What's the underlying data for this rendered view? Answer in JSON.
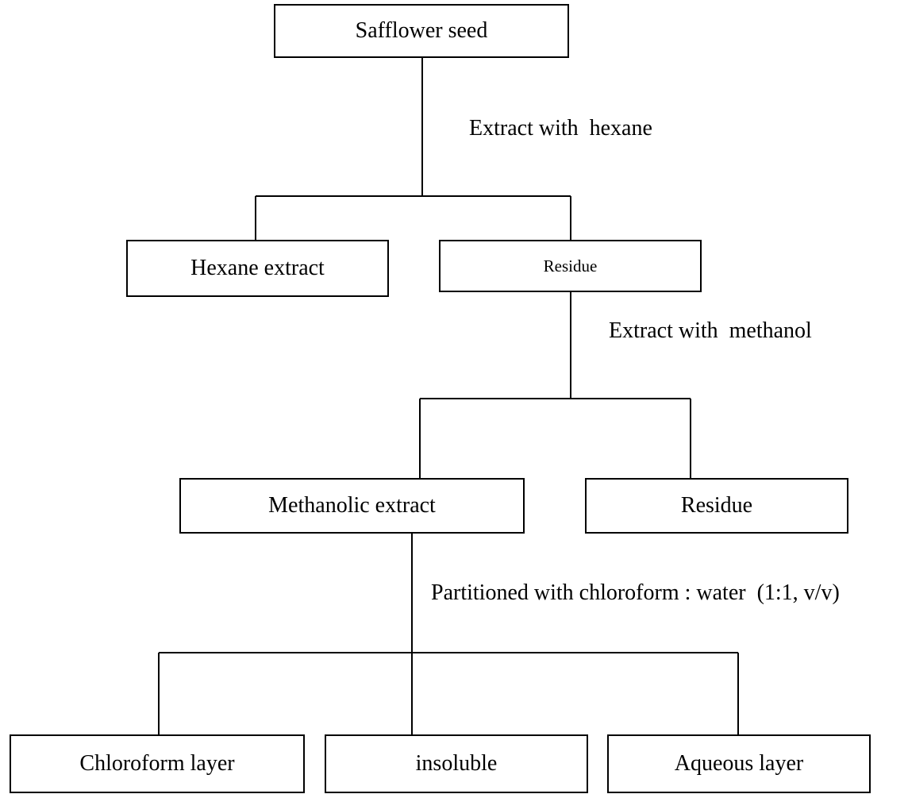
{
  "nodes": {
    "seed": "Safflower seed",
    "hexane_extract": "Hexane extract",
    "residue_1": "Residue",
    "methanolic_extract": "Methanolic  extract",
    "residue_2": "Residue",
    "chloroform_layer": "Chloroform layer",
    "insoluble": "insoluble",
    "aqueous_layer": "Aqueous layer"
  },
  "steps": {
    "hexane": "Extract with  hexane",
    "methanol": "Extract with  methanol",
    "partition": "Partitioned with chloroform : water  (1:1, v/v)"
  },
  "colors": {
    "line": "#000000",
    "background": "#ffffff"
  }
}
